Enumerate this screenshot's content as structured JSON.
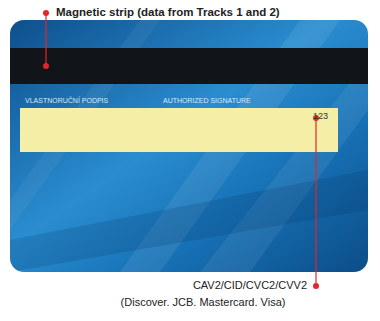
{
  "diagram": {
    "nodes": [
      {
        "text": [
          "VLASTNORUČNÍ PODPIS",
          "AUTHORIZED SIGNATURE"
        ]
      },
      {
        "text": [
          "123"
        ],
        "in": 0
      }
    ],
    "labels": [
      "Magnetic strip (data from Tracks 1 and 2)",
      "CAV2/CID/CVC2/CVV2",
      "(Discover. JCB. Mastercard. Visa)"
    ]
  }
}
